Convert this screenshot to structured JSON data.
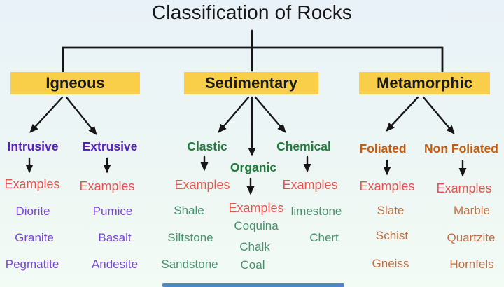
{
  "title": "Classification of Rocks",
  "colors": {
    "background_top": "#e9f2f8",
    "background_bottom": "#f3fbf5",
    "box_yellow": "#f9cf4a",
    "line_black": "#161616",
    "purple_heading": "#5a22c4",
    "purple_item": "#7a47d6",
    "green_heading": "#1e7c3c",
    "green_item": "#47926c",
    "orange_heading": "#c45c0f",
    "orange_item": "#bf6f45",
    "red_examples": "#e8534e",
    "bottom_bar_blue": "#4e86c8"
  },
  "tree": {
    "categories": [
      {
        "label": "Igneous",
        "subcategories": [
          {
            "label": "Intrusive",
            "examples_label": "Examples",
            "examples": [
              "Diorite",
              "Granite",
              "Pegmatite"
            ]
          },
          {
            "label": "Extrusive",
            "examples_label": "Examples",
            "examples": [
              "Pumice",
              "Basalt",
              "Andesite"
            ]
          }
        ]
      },
      {
        "label": "Sedimentary",
        "subcategories": [
          {
            "label": "Clastic",
            "examples_label": "Examples",
            "examples": [
              "Shale",
              "Siltstone",
              "Sandstone"
            ]
          },
          {
            "label": "Organic",
            "examples_label": "Examples",
            "examples": [
              "Coquina",
              "Chalk",
              "Coal"
            ]
          },
          {
            "label": "Chemical",
            "examples_label": "Examples",
            "examples": [
              "limestone",
              "Chert"
            ]
          }
        ]
      },
      {
        "label": "Metamorphic",
        "subcategories": [
          {
            "label": "Foliated",
            "examples_label": "Examples",
            "examples": [
              "Slate",
              "Schist",
              "Gneiss"
            ]
          },
          {
            "label": "Non Foliated",
            "examples_label": "Examples",
            "examples": [
              "Marble",
              "Quartzite",
              "Hornfels"
            ]
          }
        ]
      }
    ]
  }
}
